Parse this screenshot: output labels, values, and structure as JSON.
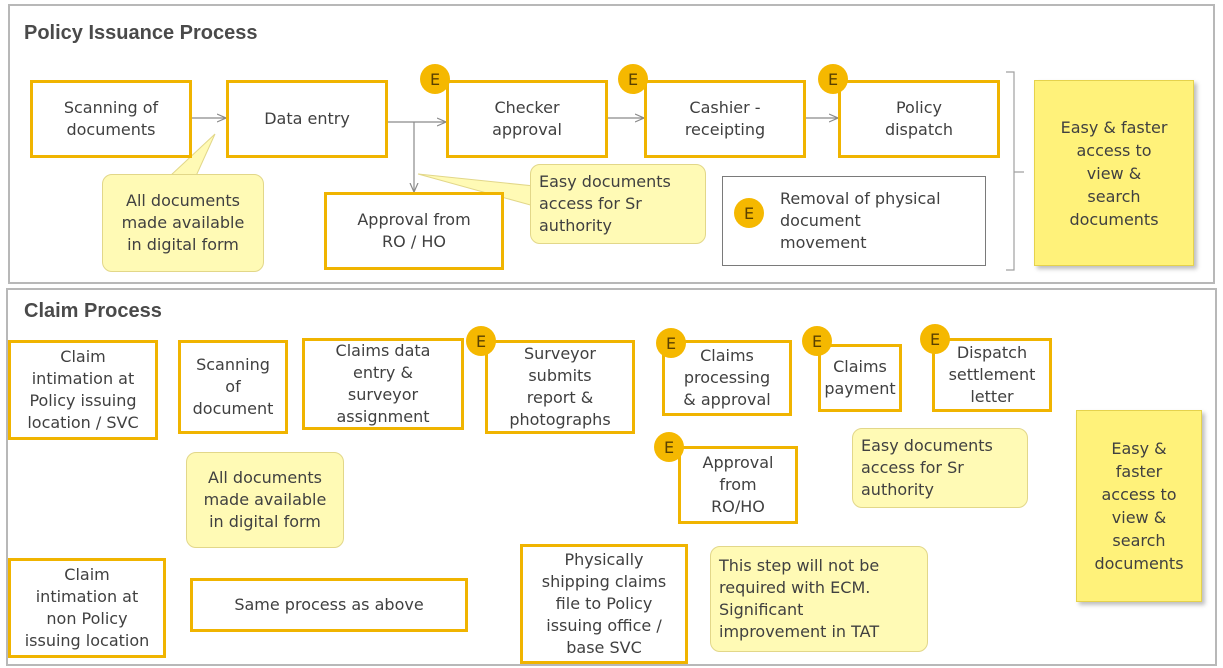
{
  "policy": {
    "title": "Policy Issuance Process",
    "steps": [
      {
        "id": "scanning",
        "label": "Scanning of\ndocuments"
      },
      {
        "id": "data_entry",
        "label": "Data entry"
      },
      {
        "id": "checker",
        "label": "Checker\napproval"
      },
      {
        "id": "cashier",
        "label": "Cashier -\nreceipting"
      },
      {
        "id": "dispatch",
        "label": "Policy\ndispatch"
      },
      {
        "id": "approval",
        "label": "Approval from\nRO / HO"
      }
    ],
    "callout_digital": "All documents\nmade available\nin digital form",
    "callout_access": "Easy documents\naccess for Sr\nauthority",
    "legend_badge": "E",
    "legend_text": "Removal of physical\ndocument\nmovement",
    "summary": "Easy & faster\naccess to\nview &\nsearch\ndocuments"
  },
  "claim": {
    "title": "Claim Process",
    "steps": [
      {
        "id": "intimation",
        "label": "Claim\nintimation at\nPolicy issuing\nlocation / SVC"
      },
      {
        "id": "scanning",
        "label": "Scanning\nof\ndocument"
      },
      {
        "id": "data_entry",
        "label": "Claims data\nentry &\nsurveyor\nassignment"
      },
      {
        "id": "surveyor",
        "label": "Surveyor\nsubmits\nreport &\nphotographs"
      },
      {
        "id": "processing",
        "label": "Claims\nprocessing\n& approval"
      },
      {
        "id": "payment",
        "label": "Claims\npayment"
      },
      {
        "id": "dispatch",
        "label": "Dispatch\nsettlement\nletter"
      },
      {
        "id": "approval",
        "label": "Approval\nfrom\nRO/HO"
      },
      {
        "id": "intimation_non",
        "label": "Claim\nintimation at\nnon Policy\nissuing location"
      },
      {
        "id": "same",
        "label": "Same process as above"
      },
      {
        "id": "shipping",
        "label": "Physically\nshipping claims\nfile to Policy\nissuing office /\nbase SVC"
      }
    ],
    "callout_digital": "All documents\nmade available\nin digital form",
    "callout_access": "Easy documents\naccess for Sr\nauthority",
    "callout_ecm": "This step will not be\nrequired with ECM.\nSignificant\nimprovement in TAT",
    "summary": "Easy &\nfaster\naccess to\nview &\nsearch\ndocuments"
  },
  "badge_label": "E",
  "colors": {
    "box_border": "#f0b400",
    "badge": "#f5b800",
    "callout": "#fffab5",
    "summary": "#fff27a",
    "panel_border": "#b8b8b8"
  }
}
